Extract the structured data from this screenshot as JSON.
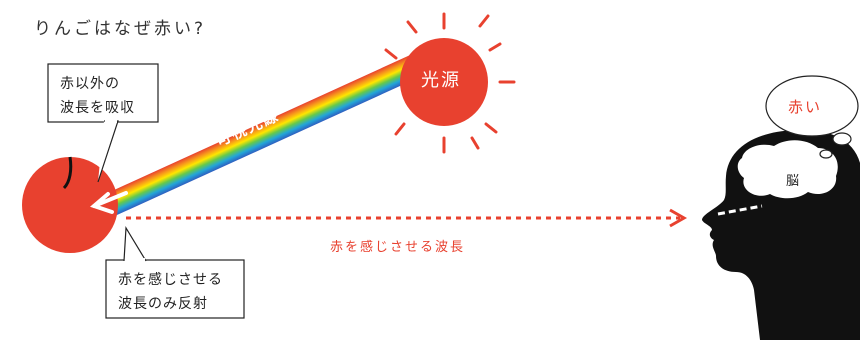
{
  "title": "りんごはなぜ赤い?",
  "callout_top": {
    "line1": "赤以外の",
    "line2": "波長を吸収"
  },
  "callout_bottom": {
    "line1": "赤を感じさせる",
    "line2": "波長のみ反射"
  },
  "beam_label": "可視光線",
  "sun_label": "光源",
  "wave_label": "赤を感じさせる波長",
  "thought_label": "赤い",
  "brain_label": "脳",
  "colors": {
    "red": "#e8412f",
    "black": "#111111",
    "text": "#222222",
    "spectrum": [
      "#e8412f",
      "#f7941d",
      "#ffe600",
      "#66c94a",
      "#22a6d8",
      "#2f5fc0"
    ]
  }
}
